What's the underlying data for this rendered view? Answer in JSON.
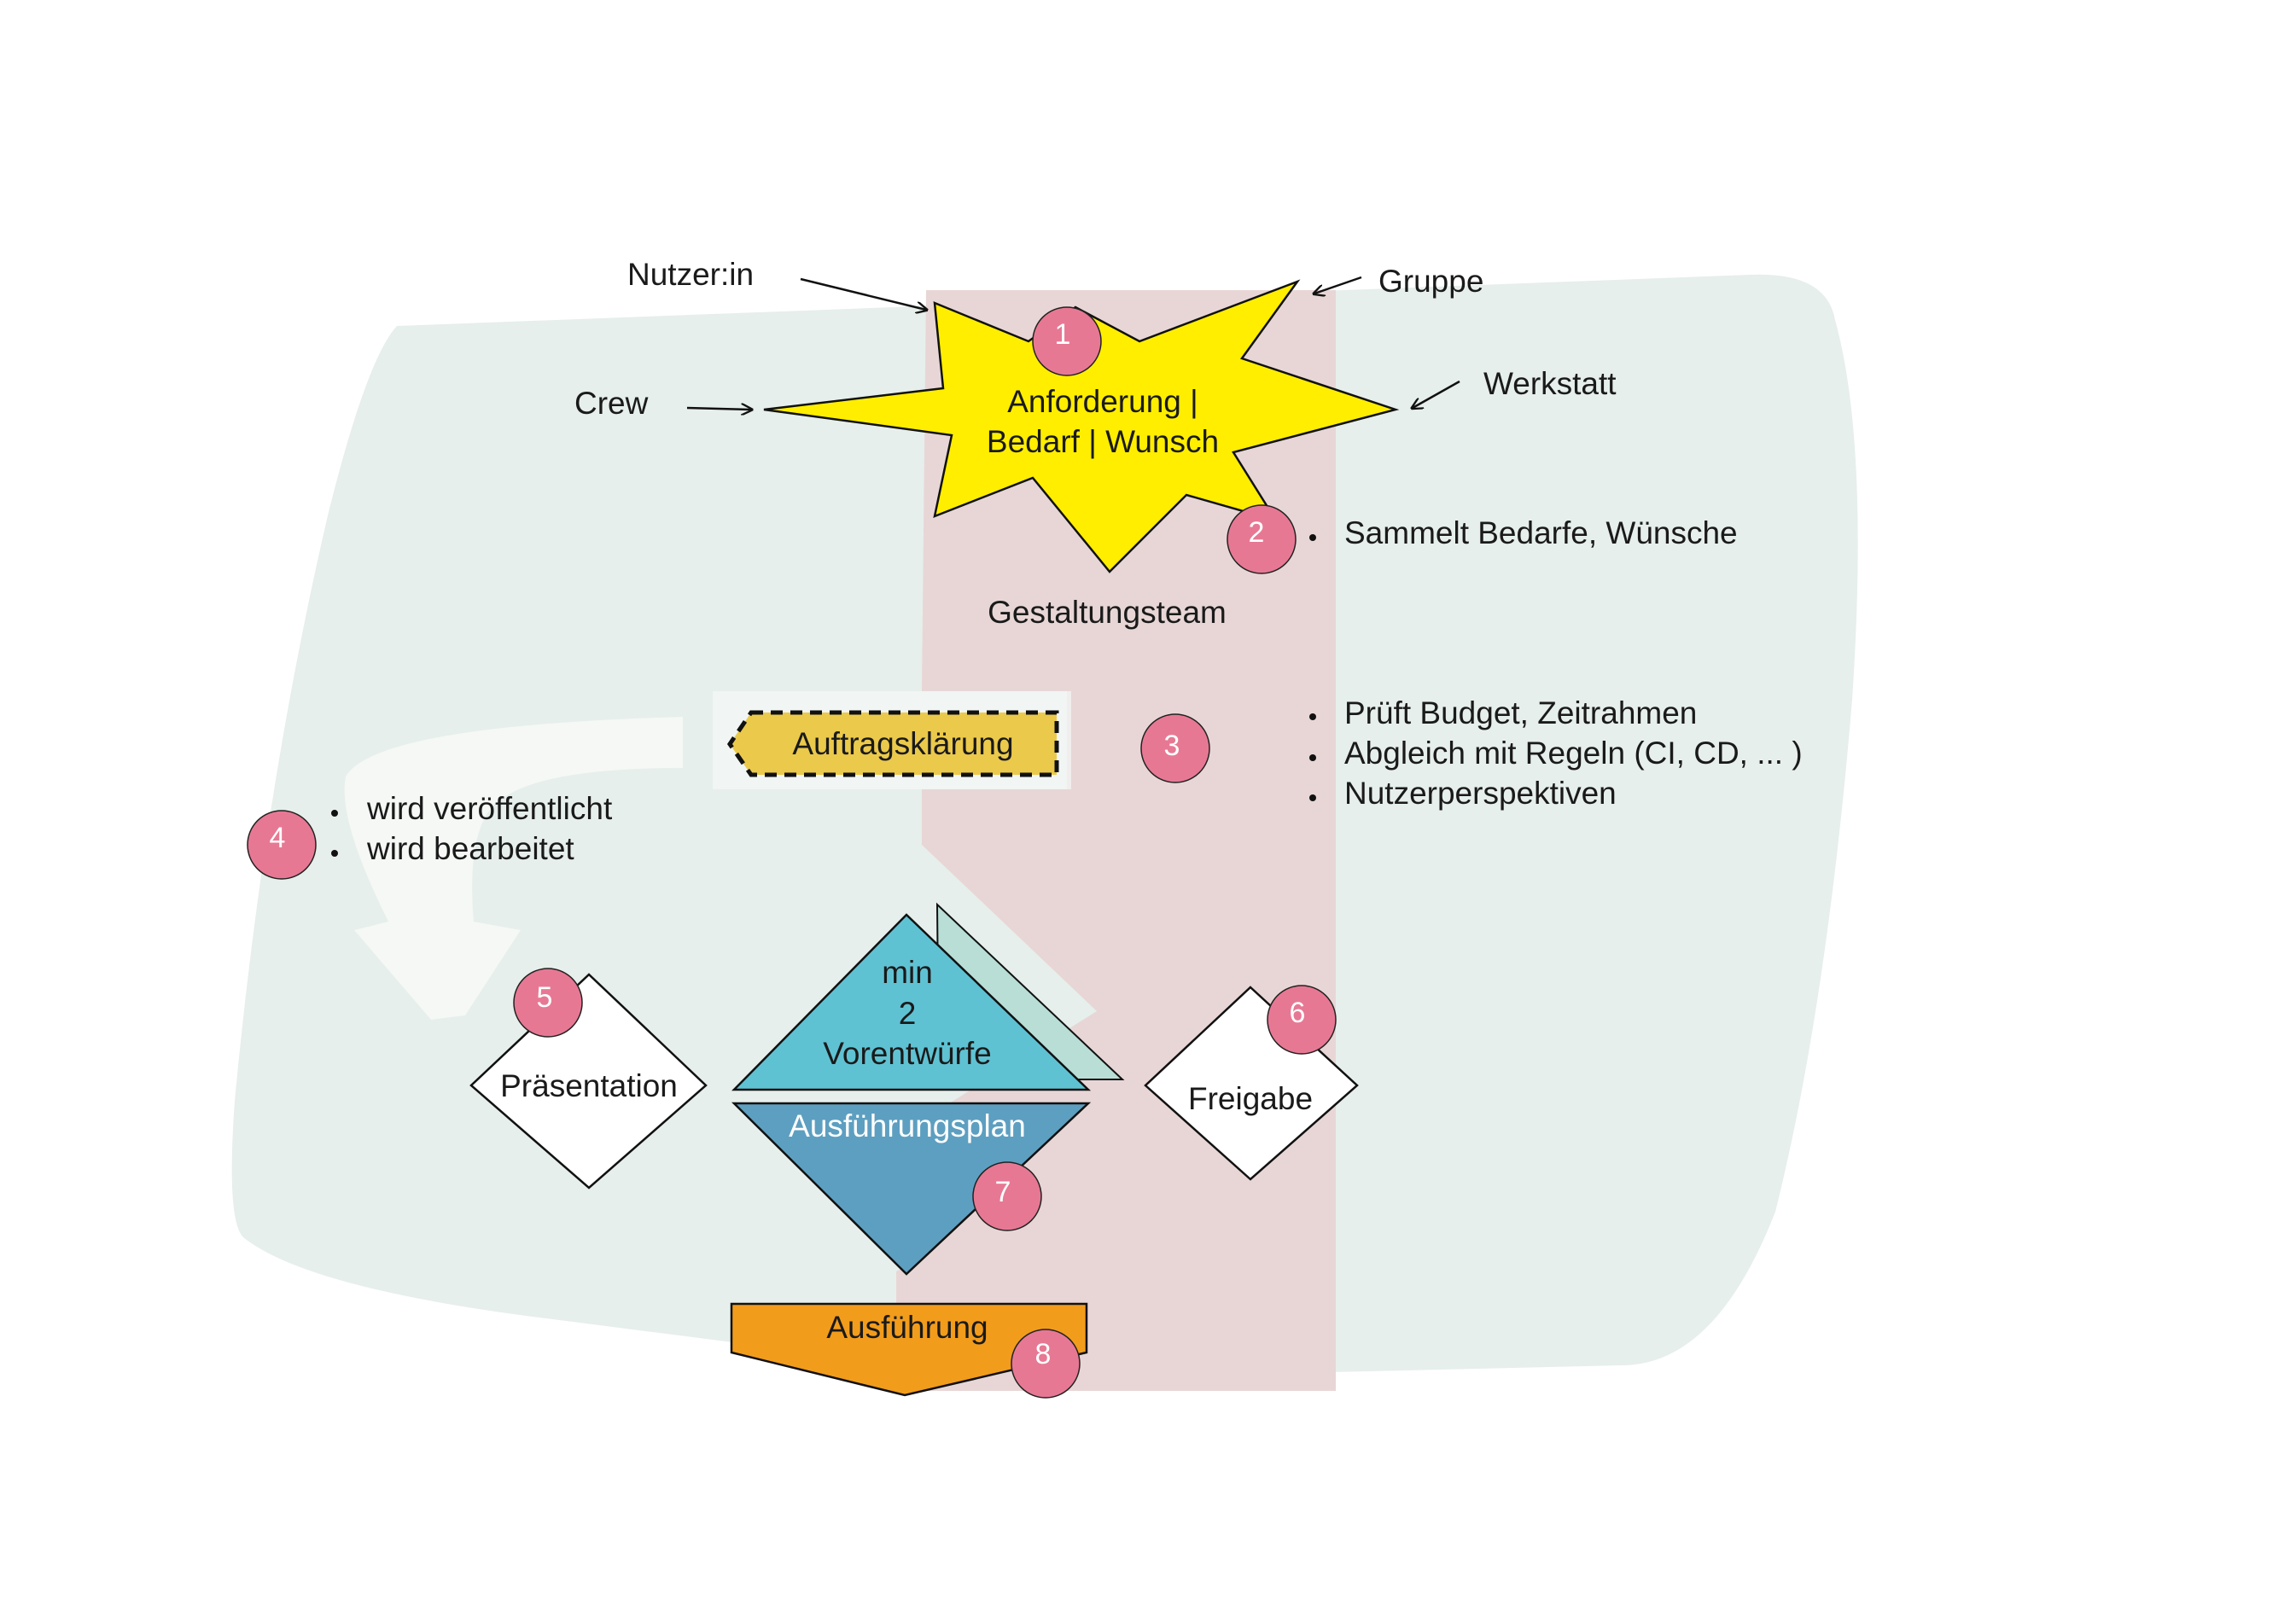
{
  "requesters": {
    "nutzerin": "Nutzer:in",
    "gruppe": "Gruppe",
    "crew": "Crew",
    "werkstatt": "Werkstatt"
  },
  "star": {
    "line1": "Anforderung |",
    "line2": "Bedarf | Wunsch"
  },
  "team_label": "Gestaltungsteam",
  "auftragsklaerung": "Auftragsklärung",
  "step2_bullets": [
    "Sammelt Bedarfe, Wünsche"
  ],
  "step3_bullets": [
    "Prüft Budget, Zeitrahmen",
    "Abgleich mit Regeln (CI, CD, ... )",
    "Nutzerperspektiven"
  ],
  "step4_bullets": [
    "wird veröffentlicht",
    "wird bearbeitet"
  ],
  "praesentation": "Präsentation",
  "vorentwuerfe": {
    "line1": "min",
    "line2": "2",
    "line3": "Vorentwürfe"
  },
  "ausfuehrungsplan": "Ausführungsplan",
  "freigabe": "Freigabe",
  "ausfuehrung": "Ausführung",
  "step_numbers": [
    "1",
    "2",
    "3",
    "4",
    "5",
    "6",
    "7",
    "8"
  ],
  "colors": {
    "background_blob": "#e6efeb",
    "team_band": "#e8d6d6",
    "star": "#ffee00",
    "badge": "#e77893",
    "auftrag": "#ebc94b",
    "vorentwurf": "#5fc2d3",
    "vorentwurf_shadow": "#b8ded6",
    "plan": "#5d9fc0",
    "ausfuehrung": "#f29c1c"
  }
}
